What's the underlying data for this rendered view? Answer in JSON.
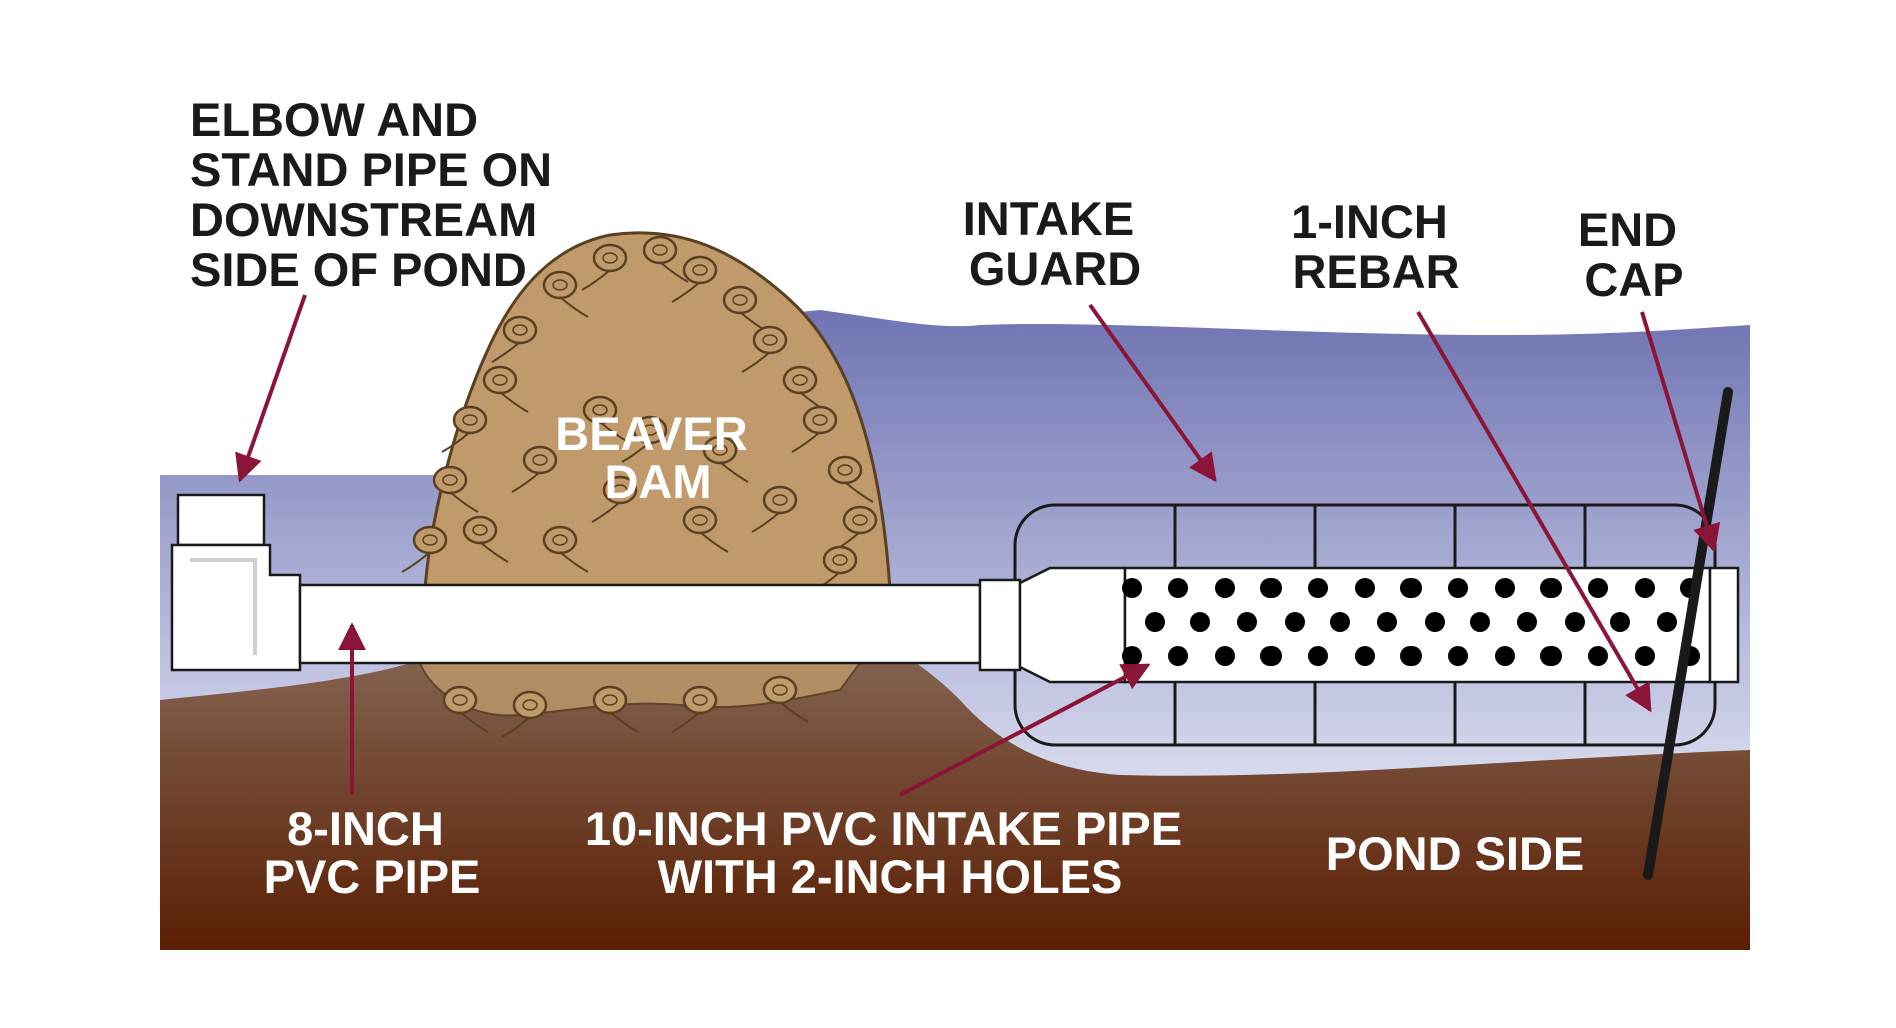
{
  "labels": {
    "elbow": [
      "ELBOW AND",
      "STAND PIPE ON",
      "DOWNSTREAM",
      "SIDE OF POND"
    ],
    "beaver_dam": [
      "BEAVER",
      "DAM"
    ],
    "intake_guard": [
      "INTAKE",
      "GUARD"
    ],
    "rebar": [
      "1-INCH",
      "REBAR"
    ],
    "end_cap": [
      "END",
      "CAP"
    ],
    "pipe_8inch": [
      "8-INCH",
      "PVC PIPE"
    ],
    "intake_pipe": [
      "10-INCH PVC INTAKE PIPE",
      "WITH 2-INCH HOLES"
    ],
    "pond_side": "POND SIDE"
  },
  "colors": {
    "water_top": "#6f74b3",
    "water_bottom": "#d8daee",
    "soil_top": "#8c7060",
    "soil_bottom": "#5a1e02",
    "dam_fill": "#c09a6a",
    "dam_outline": "#5a4020",
    "pipe": "#ffffff",
    "arrow": "#8b1538",
    "text_dark": "#1a1a1a",
    "text_light": "#ffffff",
    "rebar": "#1a1a1a"
  },
  "icons": [
    "beaver-dam-illustration",
    "pipe-assembly",
    "rebar-stake",
    "pointer-arrow"
  ]
}
